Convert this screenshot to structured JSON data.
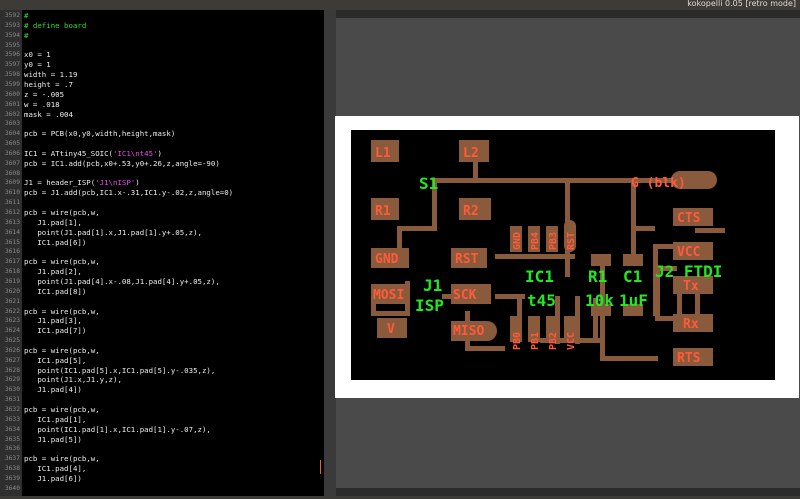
{
  "window": {
    "title": "kokopelli 0.05 [retro mode]"
  },
  "editor": {
    "lines": [
      {
        "n": "3592",
        "segs": [
          {
            "c": "cm",
            "t": "#"
          }
        ]
      },
      {
        "n": "3593",
        "segs": [
          {
            "c": "cm",
            "t": "# define board"
          }
        ]
      },
      {
        "n": "3594",
        "segs": [
          {
            "c": "cm",
            "t": "#"
          }
        ]
      },
      {
        "n": "3595",
        "segs": []
      },
      {
        "n": "3596",
        "segs": [
          {
            "c": "",
            "t": "x0 = 1"
          }
        ]
      },
      {
        "n": "3597",
        "segs": [
          {
            "c": "",
            "t": "y0 = 1"
          }
        ]
      },
      {
        "n": "3598",
        "segs": [
          {
            "c": "",
            "t": "width = 1.19"
          }
        ]
      },
      {
        "n": "3599",
        "segs": [
          {
            "c": "",
            "t": "height = .7"
          }
        ]
      },
      {
        "n": "3600",
        "segs": [
          {
            "c": "",
            "t": "z = -.005"
          }
        ]
      },
      {
        "n": "3601",
        "segs": [
          {
            "c": "",
            "t": "w = .018"
          }
        ]
      },
      {
        "n": "3602",
        "segs": [
          {
            "c": "",
            "t": "mask = .004"
          }
        ]
      },
      {
        "n": "3603",
        "segs": []
      },
      {
        "n": "3604",
        "segs": [
          {
            "c": "",
            "t": "pcb = PCB(x0,y0,width,height,mask)"
          }
        ]
      },
      {
        "n": "3605",
        "segs": []
      },
      {
        "n": "3606",
        "segs": [
          {
            "c": "",
            "t": "IC1 = ATtiny45_SOIC("
          },
          {
            "c": "str",
            "t": "'IC1\\nt45'"
          },
          {
            "c": "",
            "t": ")"
          }
        ]
      },
      {
        "n": "3607",
        "segs": [
          {
            "c": "",
            "t": "pcb = IC1.add(pcb,x0+.53,y0+.26,z,angle=-90)"
          }
        ]
      },
      {
        "n": "3608",
        "segs": []
      },
      {
        "n": "3609",
        "segs": [
          {
            "c": "",
            "t": "J1 = header_ISP("
          },
          {
            "c": "str",
            "t": "'J1\\nISP'"
          },
          {
            "c": "",
            "t": ")"
          }
        ]
      },
      {
        "n": "3610",
        "segs": [
          {
            "c": "",
            "t": "pcb = J1.add(pcb,IC1.x-.31,IC1.y-.02,z,angle=0)"
          }
        ]
      },
      {
        "n": "3611",
        "segs": []
      },
      {
        "n": "3612",
        "segs": [
          {
            "c": "",
            "t": "pcb = wire(pcb,w,"
          }
        ]
      },
      {
        "n": "3613",
        "segs": [
          {
            "c": "",
            "t": "   J1.pad[1],"
          }
        ]
      },
      {
        "n": "3614",
        "segs": [
          {
            "c": "",
            "t": "   point(J1.pad[1].x,J1.pad[1].y+.05,z),"
          }
        ]
      },
      {
        "n": "3615",
        "segs": [
          {
            "c": "",
            "t": "   IC1.pad[6])"
          }
        ]
      },
      {
        "n": "3616",
        "segs": []
      },
      {
        "n": "3617",
        "segs": [
          {
            "c": "",
            "t": "pcb = wire(pcb,w,"
          }
        ]
      },
      {
        "n": "3618",
        "segs": [
          {
            "c": "",
            "t": "   J1.pad[2],"
          }
        ]
      },
      {
        "n": "3619",
        "segs": [
          {
            "c": "",
            "t": "   point(J1.pad[4].x-.08,J1.pad[4].y+.05,z),"
          }
        ]
      },
      {
        "n": "3620",
        "segs": [
          {
            "c": "",
            "t": "   IC1.pad[8])"
          }
        ]
      },
      {
        "n": "3621",
        "segs": []
      },
      {
        "n": "3622",
        "segs": [
          {
            "c": "",
            "t": "pcb = wire(pcb,w,"
          }
        ]
      },
      {
        "n": "3623",
        "segs": [
          {
            "c": "",
            "t": "   J1.pad[3],"
          }
        ]
      },
      {
        "n": "3624",
        "segs": [
          {
            "c": "",
            "t": "   IC1.pad[7])"
          }
        ]
      },
      {
        "n": "3625",
        "segs": []
      },
      {
        "n": "3626",
        "segs": [
          {
            "c": "",
            "t": "pcb = wire(pcb,w,"
          }
        ]
      },
      {
        "n": "3627",
        "segs": [
          {
            "c": "",
            "t": "   IC1.pad[5],"
          }
        ]
      },
      {
        "n": "3628",
        "segs": [
          {
            "c": "",
            "t": "   point(IC1.pad[5].x,IC1.pad[5].y-.035,z),"
          }
        ]
      },
      {
        "n": "3629",
        "segs": [
          {
            "c": "",
            "t": "   point(J1.x,J1.y,z),"
          }
        ]
      },
      {
        "n": "3630",
        "segs": [
          {
            "c": "",
            "t": "   J1.pad[4])"
          }
        ]
      },
      {
        "n": "3631",
        "segs": []
      },
      {
        "n": "3632",
        "segs": [
          {
            "c": "",
            "t": "pcb = wire(pcb,w,"
          }
        ]
      },
      {
        "n": "3633",
        "segs": [
          {
            "c": "",
            "t": "   IC1.pad[1],"
          }
        ]
      },
      {
        "n": "3634",
        "segs": [
          {
            "c": "",
            "t": "   point(IC1.pad[1].x,IC1.pad[1].y-.07,z),"
          }
        ]
      },
      {
        "n": "3635",
        "segs": [
          {
            "c": "",
            "t": "   J1.pad[5])"
          }
        ]
      },
      {
        "n": "3636",
        "segs": []
      },
      {
        "n": "3637",
        "segs": [
          {
            "c": "",
            "t": "pcb = wire(pcb,w,"
          }
        ]
      },
      {
        "n": "3638",
        "segs": [
          {
            "c": "",
            "t": "   IC1.pad[4],"
          }
        ]
      },
      {
        "n": "3639",
        "segs": [
          {
            "c": "",
            "t": "   J1.pad[6])"
          }
        ]
      },
      {
        "n": "3640",
        "segs": []
      }
    ]
  },
  "board": {
    "colors": {
      "background": "#000000",
      "copper": "#8a5a3c",
      "pad_text": "#ff5a3a",
      "part_text": "#22e822",
      "frame": "#ffffff"
    },
    "pad_labels": [
      "L1",
      "L2",
      "R1",
      "R2",
      "GND",
      "RST",
      "MOSI",
      "SCK",
      "V",
      "MISO",
      "CTS",
      "VCC",
      "Tx",
      "Rx",
      "RTS",
      "GND",
      "PB4",
      "PB3",
      "RST",
      "PB0",
      "PB1",
      "PB2",
      "VCC",
      "G (blk)"
    ],
    "part_labels": [
      "S1",
      "J1",
      "ISP",
      "IC1",
      "t45",
      "R1",
      "10k",
      "C1",
      "1uF",
      "J2 FTDI"
    ]
  }
}
